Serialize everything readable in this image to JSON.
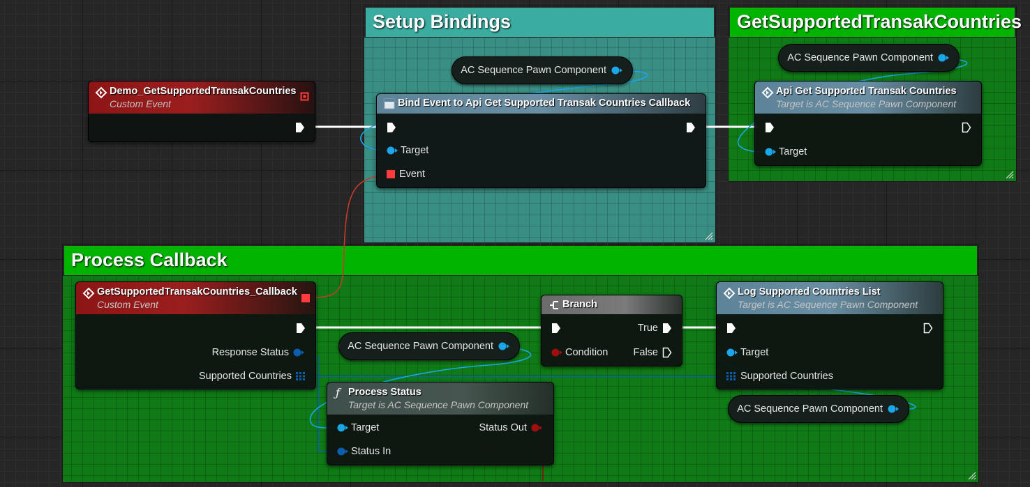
{
  "comments": {
    "setup": {
      "title": "Setup Bindings",
      "color": "#3a8f84",
      "header_color": "#3aada0"
    },
    "get": {
      "title": "GetSupportedTransakCountries",
      "color": "#0f7a16",
      "header_color": "#00b400"
    },
    "process": {
      "title": "Process Callback",
      "color": "#0f7a16",
      "header_color": "#00b400"
    }
  },
  "nodes": {
    "demo_event": {
      "title": "Demo_GetSupportedTransakCountries",
      "subtitle": "Custom Event"
    },
    "bind_event": {
      "title": "Bind Event to Api Get Supported Transak Countries Callback",
      "target": "Target",
      "event": "Event"
    },
    "api_get": {
      "title": "Api Get Supported Transak Countries",
      "subtitle": "Target is AC Sequence Pawn Component",
      "target": "Target"
    },
    "callback_event": {
      "title": "GetSupportedTransakCountries_Callback",
      "subtitle": "Custom Event",
      "response_status": "Response Status",
      "supported_countries": "Supported Countries"
    },
    "branch": {
      "title": "Branch",
      "condition": "Condition",
      "true_label": "True",
      "false_label": "False"
    },
    "log_list": {
      "title": "Log Supported Countries List",
      "subtitle": "Target is AC Sequence Pawn Component",
      "target": "Target",
      "supported_countries": "Supported Countries"
    },
    "process_status": {
      "title": "Process Status",
      "subtitle": "Target is AC Sequence Pawn Component",
      "target": "Target",
      "status_in": "Status In",
      "status_out": "Status Out"
    }
  },
  "variables": {
    "var1": "AC Sequence Pawn Component",
    "var2": "AC Sequence Pawn Component",
    "var3": "AC Sequence Pawn Component",
    "var4": "AC Sequence Pawn Component"
  },
  "colors": {
    "exec": "#ffffff",
    "object_pin": "#1aa6e8",
    "delegate_pin": "#ff3b3b",
    "enum_pin": "#0c5fb0",
    "bool_pin": "#a00f0f",
    "array_pin": "#0c5fb0"
  }
}
